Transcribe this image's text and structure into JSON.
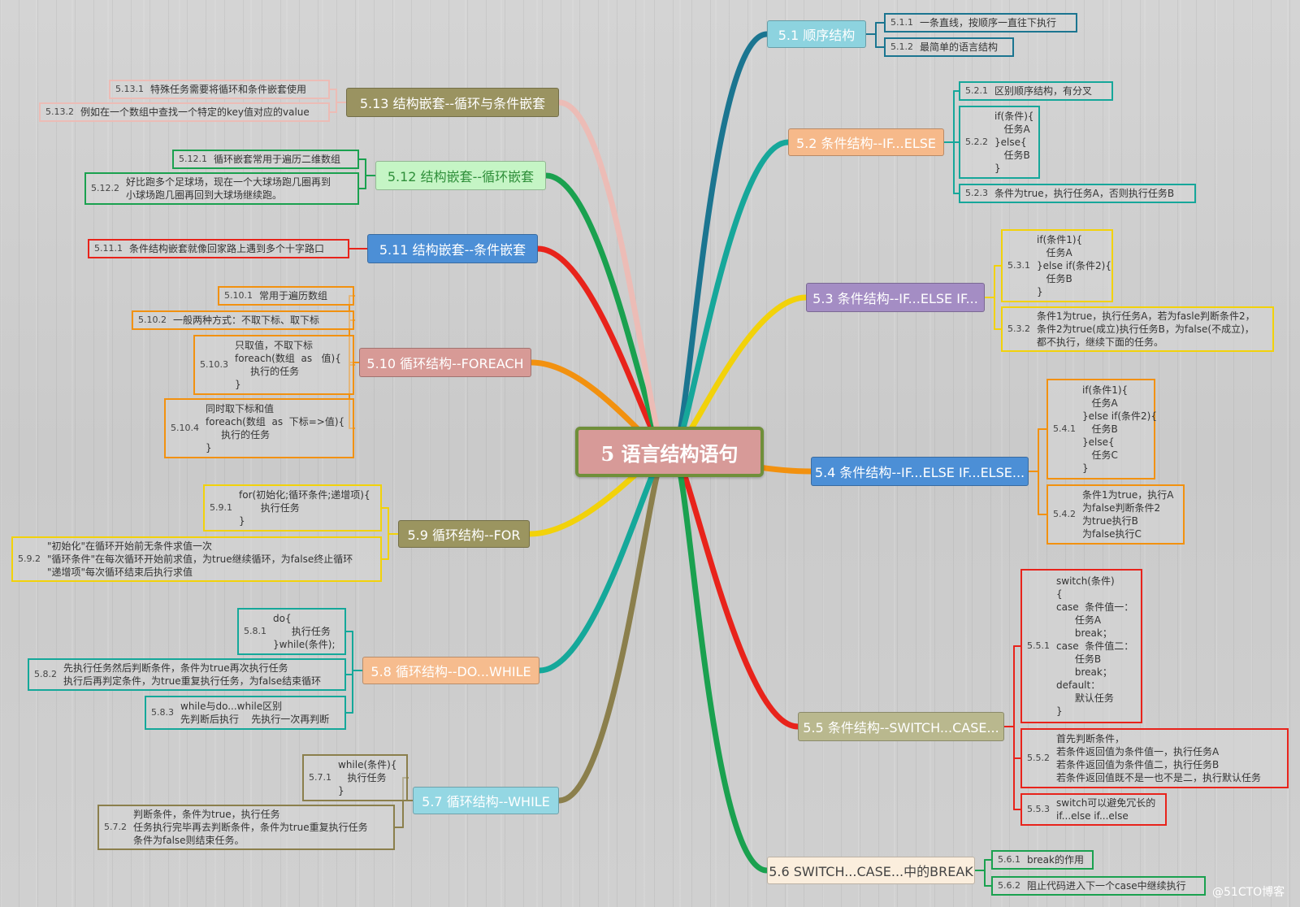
{
  "center_title": "5 语言结构语句",
  "branches": [
    {
      "id": "b1",
      "label": "5.1 顺序结构",
      "color": "#8dd3df",
      "text_color": "#ffffff",
      "edge_color": "#1b7590",
      "leaves": [
        {
          "num": "5.1.1",
          "text": "一条直线，按顺序一直往下执行"
        },
        {
          "num": "5.1.2",
          "text": "最简单的语言结构"
        }
      ]
    },
    {
      "id": "b2",
      "label": "5.2 条件结构--IF...ELSE",
      "color": "#f6b98a",
      "text_color": "#ffffff",
      "edge_color": "#16a79a",
      "leaves": [
        {
          "num": "5.2.1",
          "text": "区别顺序结构，有分叉"
        },
        {
          "num": "5.2.2",
          "text": "if(条件){\n   任务A\n}else{\n   任务B\n}"
        },
        {
          "num": "5.2.3",
          "text": "条件为true，执行任务A，否则执行任务B"
        }
      ]
    },
    {
      "id": "b3",
      "label": "5.3 条件结构--IF...ELSE IF...",
      "color": "#a48dc4",
      "text_color": "#ffffff",
      "edge_color": "#f2d20a",
      "leaves": [
        {
          "num": "5.3.1",
          "text": "if(条件1){\n   任务A\n}else if(条件2){\n   任务B\n}"
        },
        {
          "num": "5.3.2",
          "text": "条件1为true，执行任务A，若为fasle判断条件2，\n条件2为true(成立)执行任务B，为false(不成立)，\n都不执行，继续下面的任务。"
        }
      ]
    },
    {
      "id": "b4",
      "label": "5.4 条件结构--IF...ELSE IF...ELSE...",
      "color": "#4c8fd6",
      "text_color": "#ffffff",
      "edge_color": "#f2910f",
      "leaves": [
        {
          "num": "5.4.1",
          "text": "if(条件1){\n   任务A\n}else if(条件2){\n   任务B\n}else{\n   任务C\n}"
        },
        {
          "num": "5.4.2",
          "text": "条件1为true，执行A\n为false判断条件2\n为true执行B\n为false执行C"
        }
      ]
    },
    {
      "id": "b5",
      "label": "5.5 条件结构--SWITCH...CASE...",
      "color": "#b9b88e",
      "text_color": "#ffffff",
      "edge_color": "#e8231b",
      "leaves": [
        {
          "num": "5.5.1",
          "text": "switch(条件)\n{\ncase  条件值一：\n      任务A\n      break；\ncase  条件值二：\n      任务B\n      break；\ndefault：\n      默认任务\n}"
        },
        {
          "num": "5.5.2",
          "text": "首先判断条件，\n若条件返回值为条件值一，执行任务A\n若条件返回值为条件值二，执行任务B\n若条件返回值既不是一也不是二，执行默认任务"
        },
        {
          "num": "5.5.3",
          "text": "switch可以避免冗长的\nif...else if...else"
        }
      ]
    },
    {
      "id": "b6",
      "label": "5.6 SWITCH...CASE...中的BREAK",
      "color": "#fbeedd",
      "text_color": "#444444",
      "edge_color": "#1aa14f",
      "leaves": [
        {
          "num": "5.6.1",
          "text": "break的作用"
        },
        {
          "num": "5.6.2",
          "text": "阻止代码进入下一个case中继续执行"
        }
      ]
    },
    {
      "id": "b7",
      "label": "5.7 循环结构--WHILE",
      "color": "#94d7e3",
      "text_color": "#ffffff",
      "edge_color": "#8b7f4c",
      "leaves": [
        {
          "num": "5.7.1",
          "text": "while(条件){\n   执行任务\n}"
        },
        {
          "num": "5.7.2",
          "text": "判断条件，条件为true，执行任务\n任务执行完毕再去判断条件，条件为true重复执行任务\n条件为false则结束任务。"
        }
      ]
    },
    {
      "id": "b8",
      "label": "5.8 循环结构--DO...WHILE",
      "color": "#f6bc8e",
      "text_color": "#ffffff",
      "edge_color": "#15a89a",
      "leaves": [
        {
          "num": "5.8.1",
          "text": "do{\n      执行任务\n}while(条件);"
        },
        {
          "num": "5.8.2",
          "text": "先执行任务然后判断条件，条件为true再次执行任务\n执行后再判定条件，为true重复执行任务，为false结束循环"
        },
        {
          "num": "5.8.3",
          "text": "while与do...while区别\n先判断后执行    先执行一次再判断"
        }
      ]
    },
    {
      "id": "b9",
      "label": "5.9 循环结构--FOR",
      "color": "#9b9560",
      "text_color": "#ffffff",
      "edge_color": "#f2d20a",
      "leaves": [
        {
          "num": "5.9.1",
          "text": "for(初始化;循环条件;递增项){\n       执行任务\n}"
        },
        {
          "num": "5.9.2",
          "text": "\"初始化\"在循环开始前无条件求值一次\n\"循环条件\"在每次循环开始前求值，为true继续循环，为false终止循环\n\"递增项\"每次循环结束后执行求值"
        }
      ]
    },
    {
      "id": "b10",
      "label": "5.10 循环结构--FOREACH",
      "color": "#d79a96",
      "text_color": "#ffffff",
      "edge_color": "#f2910f",
      "leaves": [
        {
          "num": "5.10.1",
          "text": "常用于遍历数组"
        },
        {
          "num": "5.10.2",
          "text": "一般两种方式：不取下标、取下标"
        },
        {
          "num": "5.10.3",
          "text": "只取值，不取下标\nforeach(数组  as   值){\n     执行的任务\n}"
        },
        {
          "num": "5.10.4",
          "text": "同时取下标和值\nforeach(数组  as  下标=>值){\n     执行的任务\n}"
        }
      ]
    },
    {
      "id": "b11",
      "label": "5.11 结构嵌套--条件嵌套",
      "color": "#4c8fd6",
      "text_color": "#ffffff",
      "edge_color": "#e8231b",
      "leaves": [
        {
          "num": "5.11.1",
          "text": "条件结构嵌套就像回家路上遇到多个十字路口"
        }
      ]
    },
    {
      "id": "b12",
      "label": "5.12 结构嵌套--循环嵌套",
      "color": "#c5f5c5",
      "text_color": "#2f8f3a",
      "edge_color": "#1aa14f",
      "leaves": [
        {
          "num": "5.12.1",
          "text": "循环嵌套常用于遍历二维数组"
        },
        {
          "num": "5.12.2",
          "text": "好比跑多个足球场，现在一个大球场跑几圈再到\n小球场跑几圈再回到大球场继续跑。"
        }
      ]
    },
    {
      "id": "b13",
      "label": "5.13 结构嵌套--循环与条件嵌套",
      "color": "#9a9361",
      "text_color": "#ffffff",
      "edge_color": "#ecbcb6",
      "leaves": [
        {
          "num": "5.13.1",
          "text": "特殊任务需要将循环和条件嵌套使用"
        },
        {
          "num": "5.13.2",
          "text": "例如在一个数组中查找一个特定的key值对应的value"
        }
      ]
    }
  ],
  "watermark": "@51CTO博客"
}
